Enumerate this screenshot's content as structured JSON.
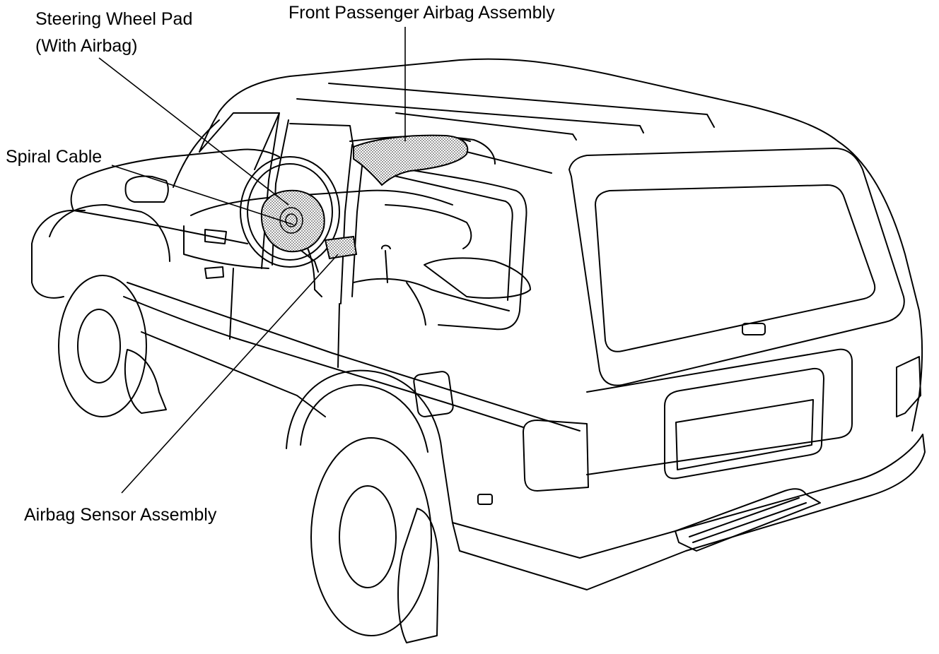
{
  "diagram": {
    "labels": {
      "steering_wheel_pad_line1": "Steering Wheel Pad",
      "steering_wheel_pad_line2": "(With Airbag)",
      "front_passenger_airbag": "Front Passenger Airbag Assembly",
      "spiral_cable": "Spiral Cable",
      "airbag_sensor": "Airbag Sensor Assembly"
    },
    "colors": {
      "ink": "#000000",
      "background": "#ffffff",
      "highlight_fill": "#b8b8b8"
    }
  }
}
